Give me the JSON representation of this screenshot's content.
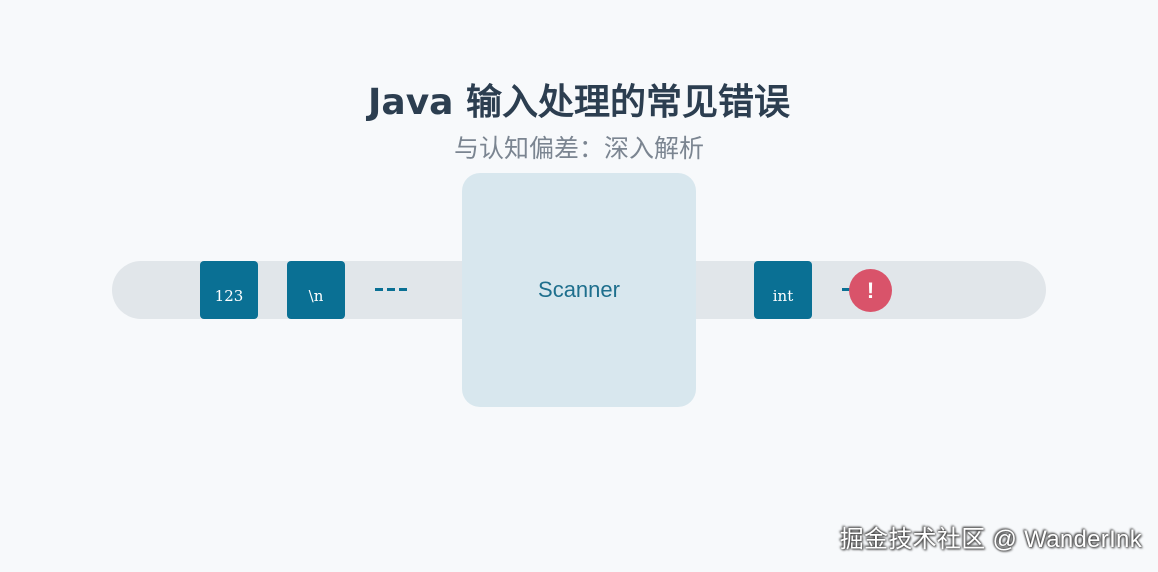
{
  "header": {
    "title": "Java 输入处理的常见错误",
    "subtitle": "与认知偏差：深入解析"
  },
  "diagram": {
    "input_tokens": [
      "123",
      "\\n"
    ],
    "processor_label": "Scanner",
    "output_token": "int",
    "error_symbol": "!"
  },
  "watermark": "掘金技术社区 @ WanderInk",
  "colors": {
    "background": "#f7f9fb",
    "pipe": "#e1e6ea",
    "token": "#0a7094",
    "scanner_box": "#d8e7ee",
    "scanner_text": "#1e6f8d",
    "error": "#d9536a",
    "title": "#2c3e50",
    "subtitle": "#7b8591"
  },
  "icons": {
    "error": "exclamation-icon"
  }
}
